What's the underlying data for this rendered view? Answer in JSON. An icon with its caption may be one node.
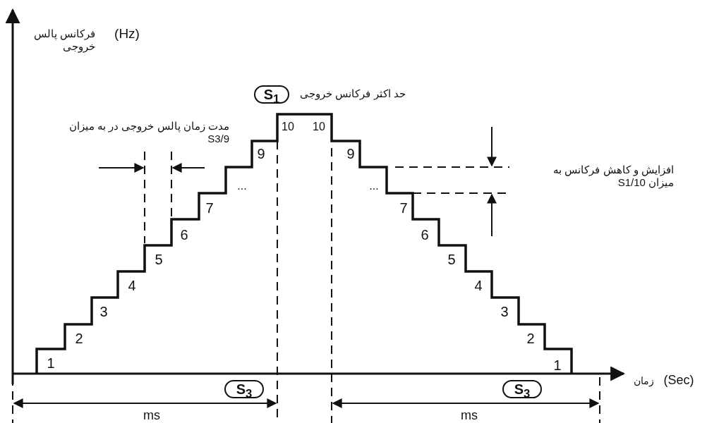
{
  "diagram": {
    "nodes": [
      {
        "text": [
          "S$_{1}$"
        ]
      },
      {
        "text": [
          "S$_{3}$"
        ]
      },
      {
        "text": [
          "S$_{3}$"
        ]
      }
    ],
    "labels": [
      "فرکانس پالس خروجی",
      "(Hz)",
      "حد اکثر فرکانس خروجی",
      "مدت زمان پالس خروجی در به میزان S3/9",
      "10",
      "10",
      "9",
      "9",
      "افزایش و کاهش فرکانس به میزان S1/10",
      "...",
      "...",
      "7",
      "7",
      "6",
      "6",
      "5",
      "5",
      "4",
      "4",
      "3",
      "3",
      "2",
      "2",
      "1",
      "1",
      "زمان",
      "(Sec)",
      "ms",
      "ms"
    ]
  }
}
